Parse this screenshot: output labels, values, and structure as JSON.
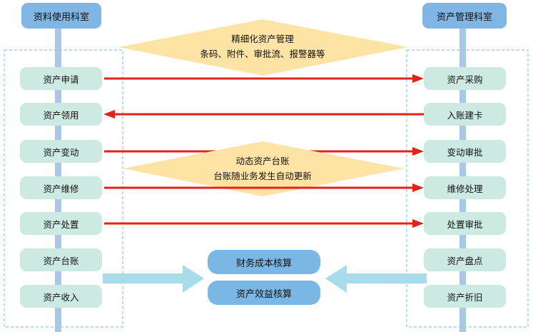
{
  "headers": {
    "left": "资料使用科室",
    "right": "资产管理科室"
  },
  "left_nodes": [
    "资产申请",
    "资产领用",
    "资产变动",
    "资产维修",
    "资产处置",
    "资产台账",
    "资产收入"
  ],
  "right_nodes": [
    "资产采购",
    "入账建卡",
    "变动审批",
    "维修处理",
    "处置审批",
    "资产盘点",
    "资产折旧"
  ],
  "top_diamond": {
    "line1": "精细化资产管理",
    "line2": "条码、附件、审批流、报警器等"
  },
  "mid_diamond": {
    "line1": "动态资产台账",
    "line2": "台账随业务发生自动更新"
  },
  "center_boxes": [
    "财务成本核算",
    "资产效益核算"
  ],
  "colors": {
    "header_blue": "#7fb6e4",
    "node_mint": "#cdeae2",
    "spine_blue": "#a9c8e8",
    "arrow_red": "#e2231a",
    "diamond_fill": "#fde3a4",
    "dashed_border": "#8fd1cf",
    "wide_arrow": "#a8dcea",
    "center_box": "#7ab7e5"
  }
}
